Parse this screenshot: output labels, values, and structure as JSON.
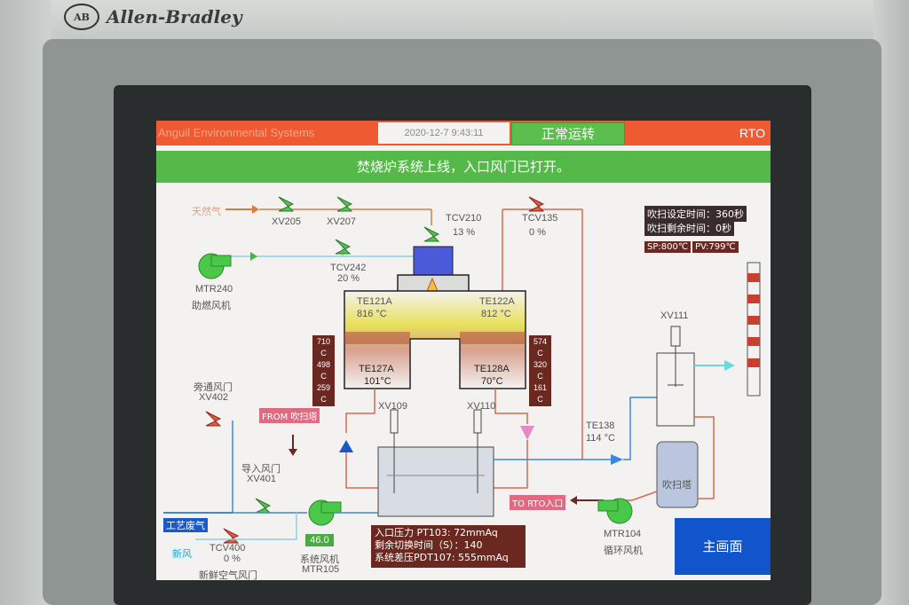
{
  "brand": {
    "logo": "AB",
    "name": "Allen-Bradley"
  },
  "header": {
    "company": "Anguil Environmental Systems",
    "datetime": "2020-12-7 9:43:11",
    "status": "正常运转",
    "mode": "RTO"
  },
  "message": "焚烧炉系统上线，入口风门已打开。",
  "gas": {
    "label": "天然气",
    "xv205": "XV205",
    "xv207": "XV207"
  },
  "tcv210": {
    "name": "TCV210",
    "value": "13  %"
  },
  "tcv135": {
    "name": "TCV135",
    "value": "0   %"
  },
  "tcv242": {
    "name": "TCV242",
    "value": "20  %"
  },
  "mtr240": {
    "name": "MTR240",
    "desc": "助燃风机"
  },
  "purge": {
    "set_label": "吹扫设定时间：",
    "set_value": "360秒",
    "remain_label": "吹扫剩余时间：",
    "remain_value": "0秒"
  },
  "setpoints": {
    "sp": "SP:800℃",
    "pv": "PV:799℃"
  },
  "te121a": {
    "name": "TE121A",
    "value": "816 °C"
  },
  "te122a": {
    "name": "TE122A",
    "value": "812 °C"
  },
  "te127a": {
    "name": "TE127A",
    "value": "101°C"
  },
  "te128a": {
    "name": "TE128A",
    "value": "70°C"
  },
  "left_temps": [
    "710 C",
    "498 C",
    "259 C"
  ],
  "right_temps": [
    "574 C",
    "320 C",
    "161 C"
  ],
  "bypass": {
    "label": "旁通风门",
    "tag": "XV402"
  },
  "from_purge": "FROM 吹扫塔",
  "inlet": {
    "label": "导入风门",
    "tag": "XV401"
  },
  "xv109": "XV109",
  "xv110": "XV110",
  "xv111": "XV111",
  "te138": {
    "name": "TE138",
    "value": "114 °C"
  },
  "purge_tower": "吹扫塔",
  "process_gas": "工艺废气",
  "fresh_air": "新风",
  "tcv400": {
    "name": "TCV400",
    "value": "0   %",
    "desc": "新鲜空气风门"
  },
  "mtr105": {
    "label": "系统风机",
    "name": "MTR105",
    "value": "46.0"
  },
  "info": {
    "line1": "入口压力 PT103: 72mmAq",
    "line2": "剩余切换时间（S）：140",
    "line3": "系统差压PDT107: 555mmAq"
  },
  "to_rto": "TO RTO入口",
  "mtr104": {
    "name": "MTR104",
    "desc": "循环风机"
  },
  "main_button": "主画面",
  "colors": {
    "header": "#ee5b33",
    "status_green": "#5bbe4f",
    "main_blue": "#1155cc",
    "pipe_blue": "#3b86e0"
  }
}
